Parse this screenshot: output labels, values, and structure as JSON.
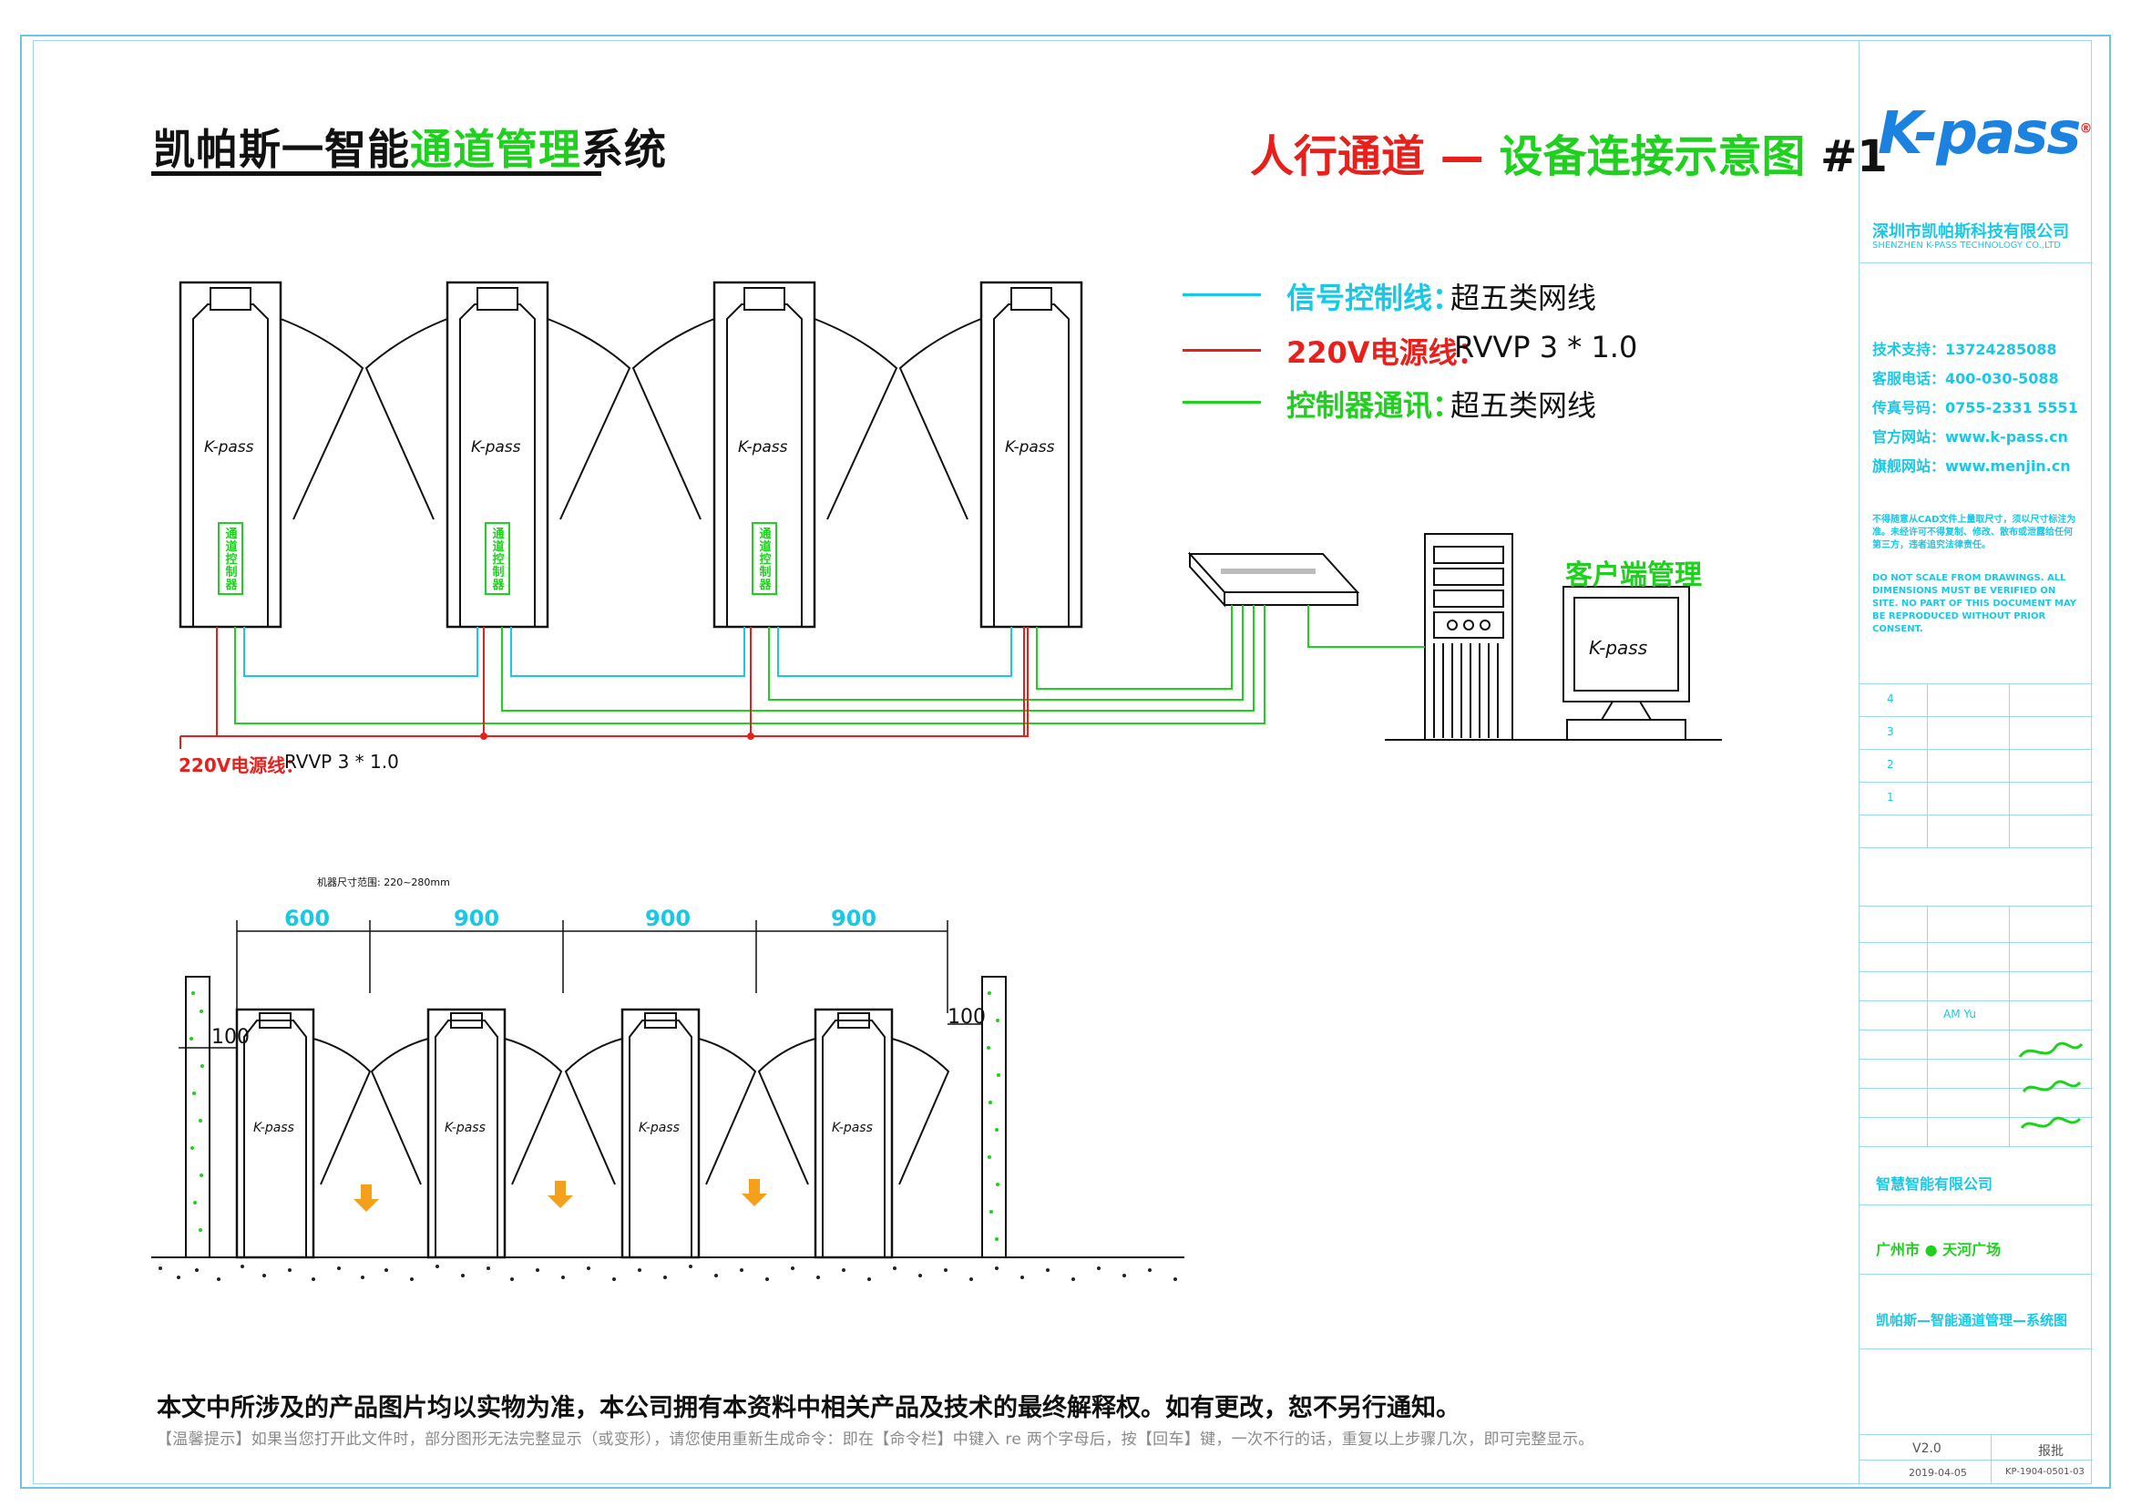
{
  "header": {
    "left_title_a": "凯帕斯一智能",
    "left_title_b": "通道管理",
    "left_title_c": "系统",
    "right_title_a": "人行通道 — ",
    "right_title_b": "设备连接示意图",
    "right_title_c": " #1"
  },
  "legend": [
    {
      "label": "信号控制线：",
      "value": "超五类网线",
      "color": "#19c8e6"
    },
    {
      "label": "220V电源线：",
      "value": "RVVP 3 * 1.0",
      "color": "#e8201c"
    },
    {
      "label": "控制器通讯：",
      "value": "超五类网线",
      "color": "#1fd01f"
    }
  ],
  "topology": {
    "power_label": "220V电源线：",
    "power_value": "RVVP 3 * 1.0",
    "client_label": "客户端管理",
    "cabinet_brand": "K-pass",
    "controller_label_chars": [
      "通",
      "道",
      "控",
      "制",
      "器"
    ]
  },
  "elevation": {
    "note": "机器尺寸范围: 220~280mm",
    "dims": [
      "600",
      "900",
      "900",
      "900"
    ],
    "side_dims": [
      "100",
      "100"
    ]
  },
  "footer": {
    "disclaimer": "本文中所涉及的产品图片均以实物为准，本公司拥有本资料中相关产品及技术的最终解释权。如有更改，恕不另行通知。",
    "hint": "【温馨提示】如果当您打开此文件时，部分图形无法完整显示（或变形），请您使用重新生成命令：即在【命令栏】中键入  re   两个字母后，按【回车】键，一次不行的话，重复以上步骤几次，即可完整显示。"
  },
  "title_block": {
    "logo": "K-pass",
    "logo_mark": "®",
    "company_cn": "深圳市凯帕斯科技有限公司",
    "company_en": "SHENZHEN K-PASS TECHNOLOGY CO.,LTD",
    "contacts": [
      {
        "label": "技术支持：",
        "value": "13724285088"
      },
      {
        "label": "客服电话：",
        "value": "400-030-5088"
      },
      {
        "label": "传真号码：",
        "value": "0755-2331 5551"
      },
      {
        "label": "官方网站：",
        "value": "www.k-pass.cn"
      },
      {
        "label": "旗舰网站：",
        "value": "www.menjin.cn"
      }
    ],
    "notice_cn": "不得随意从CAD文件上量取尺寸，须以尺寸标注为准。未经许可不得复制、修改、散布或泄露给任何第三方，违者追究法律责任。",
    "notice_en": "DO NOT SCALE FROM DRAWINGS. ALL DIMENSIONS MUST BE VERIFIED ON SITE. NO PART OF THIS DOCUMENT MAY BE REPRODUCED WITHOUT PRIOR CONSENT.",
    "rev_rows": [
      "4",
      "3",
      "2",
      "1"
    ],
    "client": "智慧智能有限公司",
    "project": "广州市 ● 天河广场",
    "drawing_title": "凯帕斯—智能通道管理—系统图",
    "version": "V2.0",
    "date": "2019-04-05",
    "drawing_no": "KP-1904-0501-03",
    "stage": "报批",
    "designer": "AM Yu"
  },
  "colors": {
    "signal": "#19c8e6",
    "power": "#e8201c",
    "comm": "#1fd01f",
    "accent_orange": "#f5a01a"
  }
}
